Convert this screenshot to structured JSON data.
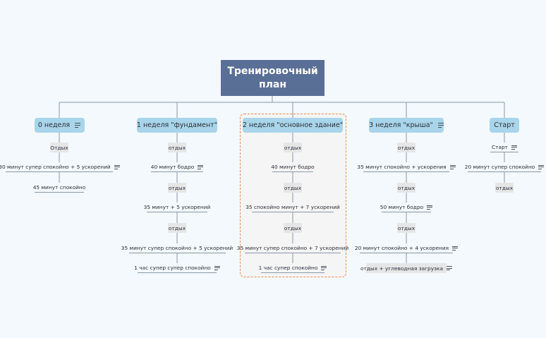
{
  "root": {
    "label": "Тренировочный план"
  },
  "branches": [
    {
      "label": "0 неделя",
      "has_note": true,
      "items": [
        {
          "label": "Отдых",
          "style": "boxed",
          "has_note": false
        },
        {
          "label": "30 минут супер спокойно + 5 ускорений",
          "style": "underlined",
          "has_note": true
        },
        {
          "label": "45 минут спокойно",
          "style": "underlined",
          "has_note": false
        }
      ]
    },
    {
      "label": "1 неделя \"фундамент\"",
      "has_note": false,
      "items": [
        {
          "label": "отдых",
          "style": "boxed",
          "has_note": false
        },
        {
          "label": "40 минут бодро",
          "style": "underlined",
          "has_note": true
        },
        {
          "label": "отдых",
          "style": "boxed",
          "has_note": false
        },
        {
          "label": "35 минут + 5 ускорений",
          "style": "underlined",
          "has_note": false
        },
        {
          "label": "отдых",
          "style": "boxed",
          "has_note": false
        },
        {
          "label": "35 минут супер спокойно + 5 ускорений",
          "style": "underlined",
          "has_note": false
        },
        {
          "label": "1 час супер супер спокойно",
          "style": "underlined",
          "has_note": true
        }
      ]
    },
    {
      "label": "2 неделя \"основное здание\"",
      "has_note": false,
      "selected": true,
      "items": [
        {
          "label": "отдых",
          "style": "boxed",
          "has_note": false
        },
        {
          "label": "40 минут бодро",
          "style": "underlined",
          "has_note": false
        },
        {
          "label": "отдых",
          "style": "boxed",
          "has_note": false
        },
        {
          "label": "35 спокойно минут + 7 ускорений",
          "style": "underlined",
          "has_note": false
        },
        {
          "label": "отдых",
          "style": "boxed",
          "has_note": false
        },
        {
          "label": "35 минут супер спокойно + 7 ускорений",
          "style": "underlined",
          "has_note": false
        },
        {
          "label": "1 час супер спокойно",
          "style": "underlined",
          "has_note": true
        }
      ]
    },
    {
      "label": "3 неделя \"крыша\"",
      "has_note": true,
      "items": [
        {
          "label": "отдых",
          "style": "boxed",
          "has_note": false
        },
        {
          "label": "35 минут спокойно + ускорения",
          "style": "underlined",
          "has_note": true
        },
        {
          "label": "отдых",
          "style": "boxed",
          "has_note": false
        },
        {
          "label": "50 минут бодро",
          "style": "underlined",
          "has_note": true
        },
        {
          "label": "отдых",
          "style": "boxed",
          "has_note": false
        },
        {
          "label": "20 минут спокойно + 4 ускорения",
          "style": "underlined",
          "has_note": true
        },
        {
          "label": "отдых + углеводная загрузка",
          "style": "boxed",
          "has_note": true
        }
      ]
    },
    {
      "label": "Старт",
      "has_note": false,
      "items": [
        {
          "label": "Старт",
          "style": "underlined",
          "has_note": true
        },
        {
          "label": "20 минут супер спокойно",
          "style": "underlined",
          "has_note": true
        },
        {
          "label": "отдых",
          "style": "boxed",
          "has_note": false
        }
      ]
    }
  ],
  "colors": {
    "background": "#f3f9fd",
    "root_fill": "#5a6f96",
    "branch_fill": "#a8d5ea",
    "connector": "#8a98a8",
    "selection_border": "#f0894f"
  }
}
